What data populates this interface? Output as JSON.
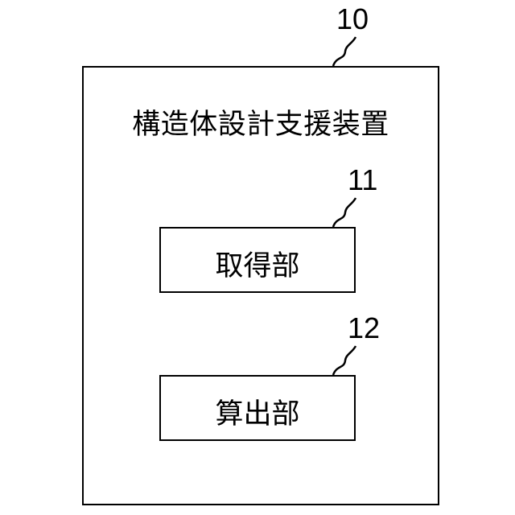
{
  "diagram": {
    "outer": {
      "ref": "10",
      "label": "構造体設計支援装置"
    },
    "components": [
      {
        "ref": "11",
        "label": "取得部"
      },
      {
        "ref": "12",
        "label": "算出部"
      }
    ]
  }
}
